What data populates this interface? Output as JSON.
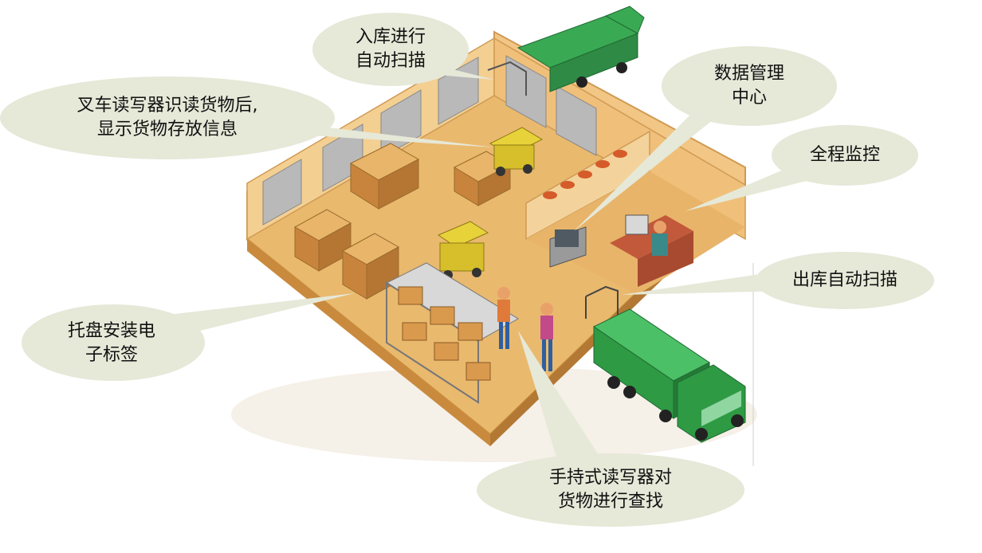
{
  "callouts": {
    "inbound_scan": {
      "line1": "入库进行",
      "line2": "自动扫描"
    },
    "forklift_reader": {
      "line1": "叉车读写器识读货物后,",
      "line2": "显示货物存放信息"
    },
    "data_center": {
      "line1": "数据管理",
      "line2": "中心"
    },
    "monitoring": {
      "line1": "全程监控"
    },
    "outbound_scan": {
      "line1": "出库自动扫描"
    },
    "pallet_tag": {
      "line1": "托盘安装电",
      "line2": "子标签"
    },
    "handheld_reader": {
      "line1": "手持式读写器对",
      "line2": "货物进行查找"
    }
  },
  "colors": {
    "bubble": "#e6e8d8",
    "floor": "#e9b96e",
    "wall": "#f2c684",
    "truck": "#2e9a44",
    "box": "#d99a4e",
    "forklift": "#e8d23a"
  }
}
